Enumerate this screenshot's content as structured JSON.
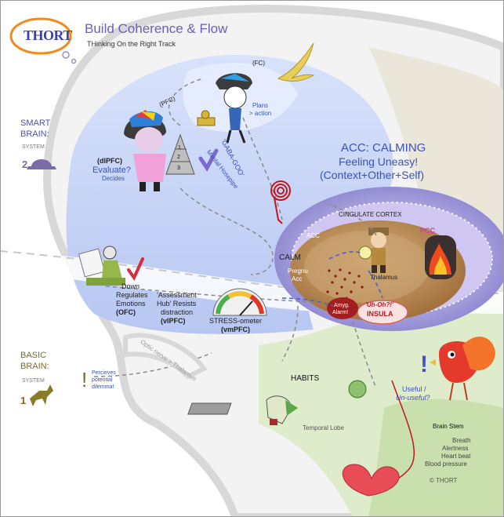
{
  "header": {
    "logo_text": "THORT",
    "title": "Build Coherence & Flow",
    "subtitle": "THinking On the Right Track"
  },
  "smart_brain": {
    "line1": "SMART",
    "line2": "BRAIN:",
    "system_label": "SYSTEM",
    "number": "2"
  },
  "basic_brain": {
    "line1": "BASIC",
    "line2": "BRAIN:",
    "system_label": "SYSTEM",
    "number": "1"
  },
  "labels": {
    "fc": "(FC)",
    "pfc": "(PFC)",
    "plans_line1": "Plans",
    "plans_line2": "> action",
    "dlpfc": "(dlPFC)",
    "evaluate": "Evaluate?",
    "decides": "Decides",
    "gaba_goo": "'GABA-GOO'",
    "mental_hosepipe": "Mental Hosepipe",
    "acc_line1": "ACC: CALMING",
    "acc_line2": "Feeling Uneasy!",
    "acc_line3": "(Context+Other+Self)",
    "cingulate_cortex": "CINGULATE CORTEX",
    "acc": "ACC",
    "pcc": "PCC",
    "calm": "CALM",
    "pregnu_acc_line1": "Pregnu",
    "pregnu_acc_line2": "Acc",
    "thalamus": "Thalamus",
    "amyg_line1": "Amyg.",
    "amyg_line2": "Alarm!",
    "uh_oh": "'Uh-Oh?!'",
    "insula": "INSULA",
    "down_line1": "Down",
    "down_line2": "Regulates",
    "down_line3": "Emotions",
    "ofc": "(OFC)",
    "assess_line1": "'Assessment",
    "assess_line2": "Hub' Resists",
    "assess_line3": "distraction",
    "vlpfc": "(vlPFC)",
    "stress_ometer": "STRESS-ometer",
    "vmpfc": "(vmPFC)",
    "optic_nerve": "Optic nerve > Thalamus",
    "percieves_line1": "Percieves",
    "percieves_line2": "potential",
    "percieves_line3": "dilemma!",
    "habits": "HABITS",
    "useful_line1": "Useful /",
    "useful_line2": "Un-useful?",
    "temporal_lobe": "Temporal Lobe",
    "brain_stem": "Brain Stem",
    "breath": "Breath",
    "alertness": "Alertness",
    "heart_beat": "Heart beat",
    "blood_pressure": "Blood pressure",
    "copyright": "© THORT",
    "step1": "1",
    "step2": "2",
    "step3": "3",
    "exclaim": "!"
  },
  "colors": {
    "title_blue": "#3b3fb0",
    "purple": "#6a5fb8",
    "label_blue": "#3a53b6",
    "red": "#c0171d",
    "orange": "#e8741b",
    "olive": "#7a6a2a",
    "brain_blue": "#c9d6f7",
    "insula_tan": "#cbbd9a",
    "basic_green": "#d6e6b8"
  }
}
